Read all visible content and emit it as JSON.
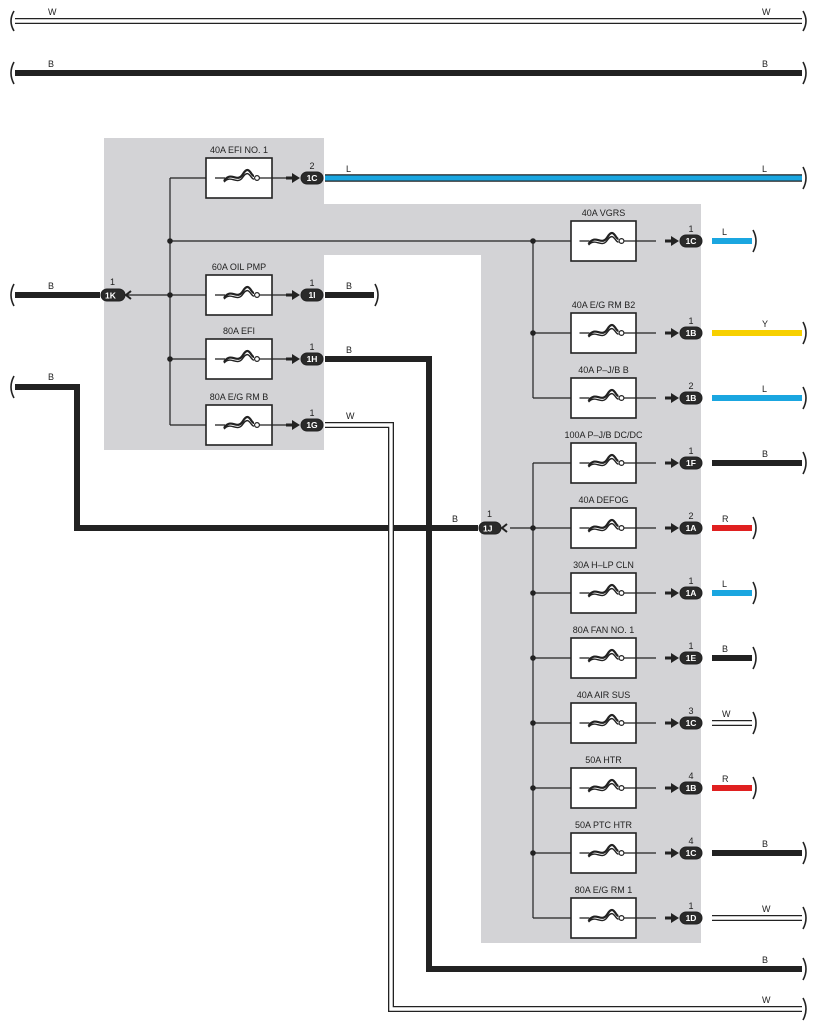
{
  "colors": {
    "W": "#ffffff",
    "B": "#222222",
    "L": "#1aa6e0",
    "Y": "#f7d000",
    "R": "#e02020",
    "block": "#d3d3d6",
    "ink": "#222222"
  },
  "top_wires": [
    {
      "label_left": "W",
      "label_right": "W",
      "color": "W"
    },
    {
      "label_left": "B",
      "label_right": "B",
      "color": "B"
    }
  ],
  "inputs": [
    {
      "wire_label": "B",
      "connector": "1K",
      "pin": "1"
    },
    {
      "wire_label": "B",
      "connector": "1J",
      "pin": "1"
    }
  ],
  "left_fuses": [
    {
      "name": "40A EFI NO. 1",
      "pin": "2",
      "connector": "1C",
      "wire": "L"
    },
    {
      "name": "60A OIL PMP",
      "pin": "1",
      "connector": "1I",
      "wire": "B"
    },
    {
      "name": "80A EFI",
      "pin": "1",
      "connector": "1H",
      "wire": "B"
    },
    {
      "name": "80A E/G RM B",
      "pin": "1",
      "connector": "1G",
      "wire": "W"
    }
  ],
  "right_fuses": [
    {
      "name": "40A VGRS",
      "pin": "1",
      "connector": "1C",
      "wire": "L"
    },
    {
      "name": "40A E/G RM B2",
      "pin": "1",
      "connector": "1B",
      "wire": "Y"
    },
    {
      "name": "40A P–J/B B",
      "pin": "2",
      "connector": "1B",
      "wire": "L"
    },
    {
      "name": "100A P–J/B DC/DC",
      "pin": "1",
      "connector": "1F",
      "wire": "B"
    },
    {
      "name": "40A DEFOG",
      "pin": "2",
      "connector": "1A",
      "wire": "R"
    },
    {
      "name": "30A H–LP CLN",
      "pin": "1",
      "connector": "1A",
      "wire": "L"
    },
    {
      "name": "80A FAN NO. 1",
      "pin": "1",
      "connector": "1E",
      "wire": "B"
    },
    {
      "name": "40A AIR SUS",
      "pin": "3",
      "connector": "1C",
      "wire": "W"
    },
    {
      "name": "50A HTR",
      "pin": "4",
      "connector": "1B",
      "wire": "R"
    },
    {
      "name": "50A PTC HTR",
      "pin": "4",
      "connector": "1C",
      "wire": "B"
    },
    {
      "name": "80A E/G RM 1",
      "pin": "1",
      "connector": "1D",
      "wire": "W"
    }
  ],
  "bottom_wires": [
    {
      "label": "B",
      "color": "B"
    },
    {
      "label": "W",
      "color": "W"
    }
  ]
}
